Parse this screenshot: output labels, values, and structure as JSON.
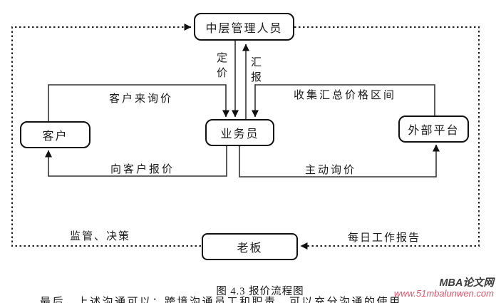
{
  "diagram": {
    "nodes": {
      "middle_manager": "中层管理人员",
      "salesperson": "业务员",
      "customer": "客户",
      "external_platform": "外部平台",
      "boss": "老板"
    },
    "edges": {
      "pricing": "定价",
      "report": "汇报",
      "customer_inquiry": "客户来询价",
      "collect_price_range": "收集汇总价格区间",
      "quote_to_customer": "向客户报价",
      "proactive_inquiry": "主动询价",
      "supervise_decide": "监管、决策",
      "daily_work_report": "每日工作报告"
    }
  },
  "caption": "图  4.3  报价流程图",
  "body_text_partial": "最后，上述沟通可以：跨境沟通员工和职责，可以充分沟通的使用",
  "watermark": {
    "brand": "MBA论文网",
    "url": "www.51mbalunwen.com",
    "brand_color": "#3b3b3b",
    "url_color": "#e0556a"
  },
  "colors": {
    "line": "#333333",
    "arrow": "#111111",
    "box_border": "#111111",
    "background": "#ffffff"
  }
}
